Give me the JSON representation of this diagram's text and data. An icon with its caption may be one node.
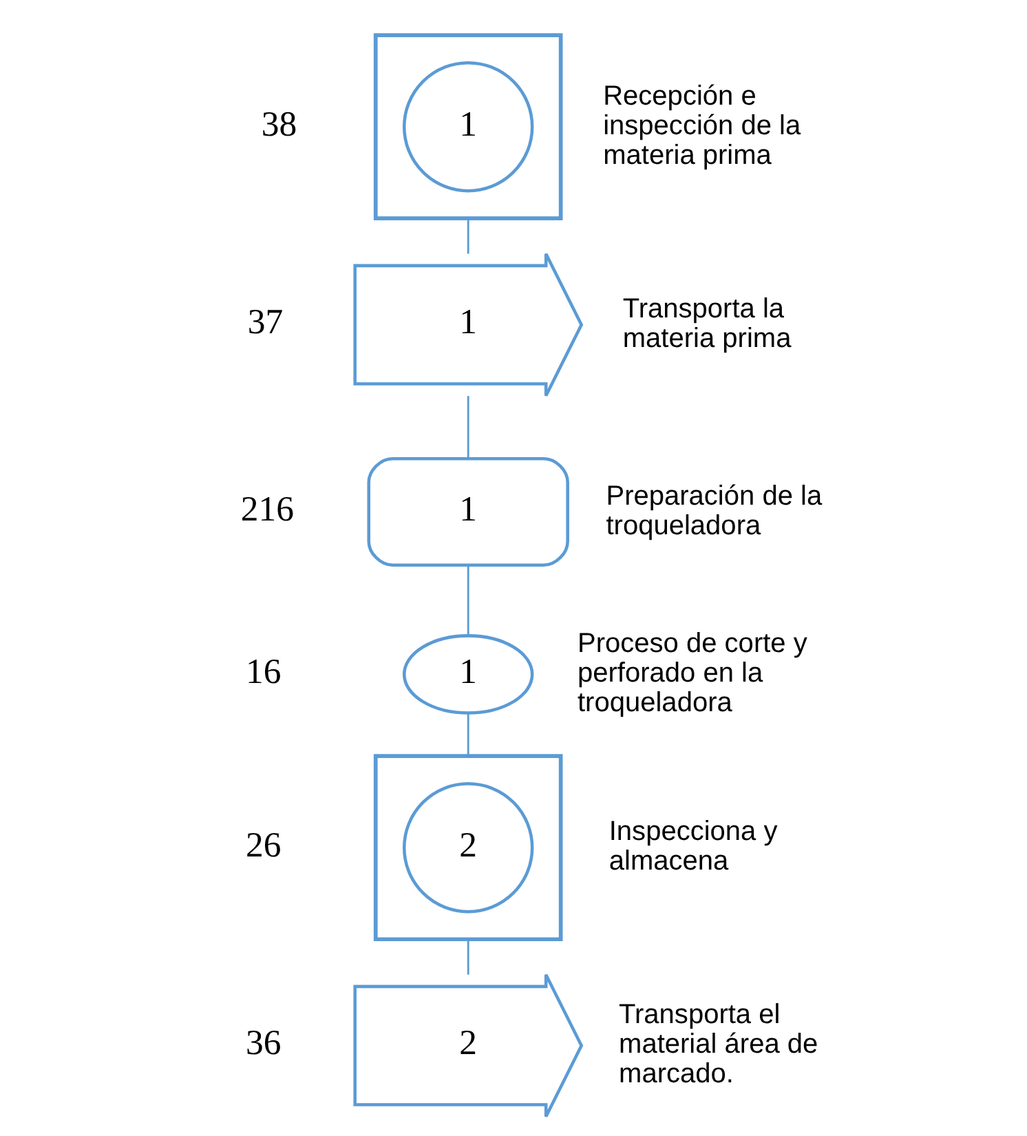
{
  "diagram": {
    "nodes": [
      {
        "text": [],
        "shape": "box",
        "beside": [
          "38",
          "Recepción e inspección de la materia prima"
        ]
      },
      {
        "text": [
          "1"
        ],
        "in": 0
      },
      {
        "text": [
          "1"
        ],
        "beside": [
          "37",
          "Transporta la materia prima"
        ]
      },
      {
        "text": [
          "1"
        ],
        "beside": [
          "216",
          "Preparación de la troqueladora"
        ]
      },
      {
        "text": [
          "1"
        ],
        "beside": [
          "16",
          "Proceso de corte y perforado en la troqueladora"
        ]
      },
      {
        "text": [],
        "shape": "box",
        "beside": [
          "26",
          "Inspecciona y almacena"
        ]
      },
      {
        "text": [
          "2"
        ],
        "in": 5
      },
      {
        "text": [
          "2"
        ],
        "beside": [
          "Transporta el material área de marcado.",
          "36"
        ]
      }
    ],
    "edges": [
      {
        "from": 0,
        "to": 2,
        "arrow": "none"
      },
      {
        "from": 2,
        "to": 3,
        "arrow": "none"
      },
      {
        "from": 3,
        "to": 4,
        "arrow": "none"
      },
      {
        "from": 4,
        "to": 5,
        "arrow": "none"
      },
      {
        "from": 5,
        "to": 7,
        "arrow": "none"
      }
    ]
  }
}
